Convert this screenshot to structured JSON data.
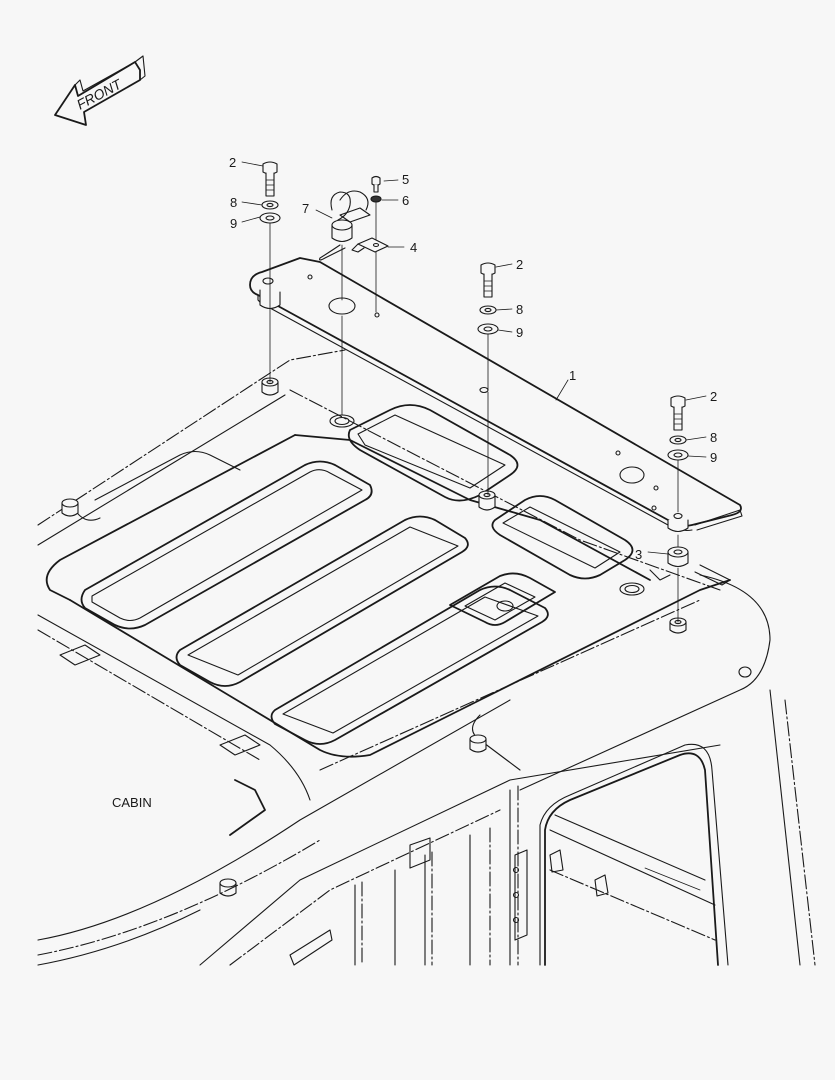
{
  "diagram": {
    "type": "exploded-parts-view",
    "direction_indicator": {
      "label": "FRONT",
      "icon": "arrow-left-icon"
    },
    "assembly_label": "CABIN",
    "callouts": [
      {
        "id": "c2a",
        "number": "2",
        "part": "bolt"
      },
      {
        "id": "c8a",
        "number": "8",
        "part": "spring-washer"
      },
      {
        "id": "c9a",
        "number": "9",
        "part": "flat-washer"
      },
      {
        "id": "c5",
        "number": "5",
        "part": "small-bolt"
      },
      {
        "id": "c6",
        "number": "6",
        "part": "washer"
      },
      {
        "id": "c7",
        "number": "7",
        "part": "connector-cap"
      },
      {
        "id": "c4",
        "number": "4",
        "part": "bracket"
      },
      {
        "id": "c2b",
        "number": "2",
        "part": "bolt"
      },
      {
        "id": "c8b",
        "number": "8",
        "part": "spring-washer"
      },
      {
        "id": "c9b",
        "number": "9",
        "part": "flat-washer"
      },
      {
        "id": "c1",
        "number": "1",
        "part": "roof-plate"
      },
      {
        "id": "c2c",
        "number": "2",
        "part": "bolt"
      },
      {
        "id": "c8c",
        "number": "8",
        "part": "spring-washer"
      },
      {
        "id": "c9c",
        "number": "9",
        "part": "flat-washer"
      },
      {
        "id": "c3",
        "number": "3",
        "part": "spacer"
      }
    ]
  }
}
